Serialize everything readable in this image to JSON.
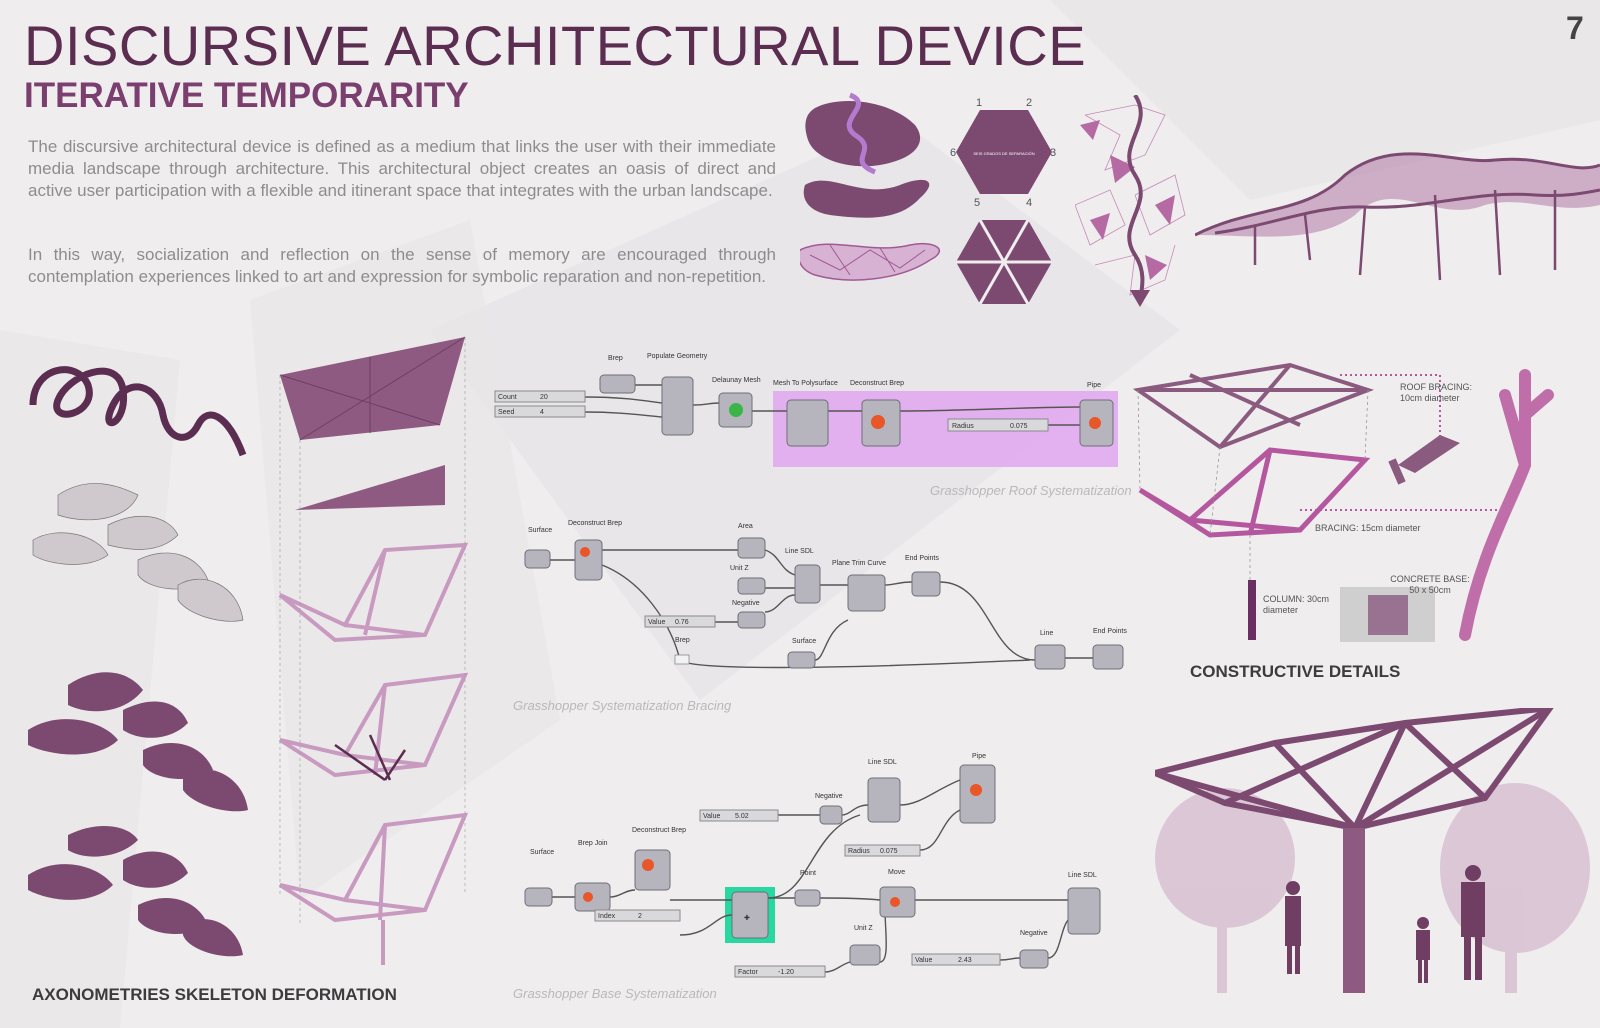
{
  "header": {
    "title": "DISCURSIVE ARCHITECTURAL DEVICE",
    "subtitle": "ITERATIVE TEMPORARITY",
    "page_number": "7"
  },
  "intro": {
    "paragraph1": "The discursive architectural device is defined as a medium that links the user with their immediate media landscape through architecture. This architectural object creates an oasis of direct and active user participation with a flexible and itinerant space that integrates with the urban landscape.",
    "paragraph2": "In this way, socialization and reflection on the sense of memory are encouraged through contemplation experiences linked to art and expression for symbolic reparation and non-repetition."
  },
  "hexagon": {
    "numbers": [
      "1",
      "2",
      "3",
      "4",
      "5",
      "6"
    ],
    "center_label": "SEIS GRADOS DE SEPARACIÓN"
  },
  "sections": {
    "axonometries": "AXONOMETRIES SKELETON DEFORMATION",
    "constructive": "CONSTRUCTIVE DETAILS"
  },
  "captions": {
    "roof": "Grasshopper Roof Systematization",
    "bracing": "Grasshopper Systematization Bracing",
    "base": "Grasshopper Base Systematization"
  },
  "details": {
    "roof_bracing": "ROOF BRACING: 10cm diameter",
    "bracing": "BRACING: 15cm diameter",
    "column": "COLUMN: 30cm diameter",
    "concrete_base": "CONCRETE BASE: 50 x 50cm"
  },
  "gh_roof": {
    "brep": "Brep",
    "populate": "Populate Geometry",
    "delaunay": "Delaunay Mesh",
    "mesh_to_poly": "Mesh To Polysurface",
    "deconstruct": "Deconstruct Brep",
    "pipe": "Pipe",
    "count_label": "Count",
    "count_value": "20",
    "seed_label": "Seed",
    "seed_value": "4",
    "radius_label": "Radius",
    "radius_value": "0.075"
  },
  "gh_bracing": {
    "surface": "Surface",
    "deconstruct": "Deconstruct Brep",
    "area": "Area",
    "unit_z": "Unit Z",
    "negative": "Negative",
    "line_sdl": "Line SDL",
    "plane_trim": "Plane Trim Curve",
    "end_points": "End Points",
    "value_label": "Value",
    "value_value": "0.76",
    "brep": "Brep",
    "surface2": "Surface",
    "line": "Line",
    "end_points2": "End Points"
  },
  "gh_base": {
    "surface": "Surface",
    "brep_join": "Brep Join",
    "deconstruct": "Deconstruct Brep",
    "negative": "Negative",
    "line_sdl": "Line SDL",
    "pipe": "Pipe",
    "value_label": "Value",
    "value_value": "5.02",
    "radius_label": "Radius",
    "radius_value": "0.075",
    "point": "Point",
    "move": "Move",
    "unit_z": "Unit Z",
    "negative2": "Negative",
    "line_sdl2": "Line SDL",
    "index_label": "Index",
    "index_value": "2",
    "factor_label": "Factor",
    "factor_value": "-1.20",
    "value2_label": "Value",
    "value2_value": "2.43"
  },
  "colors": {
    "title": "#5b2d50",
    "accent": "#7a3f6e",
    "shape_dark": "#7c4a70",
    "shape_light": "#c78ab9",
    "highlight_roof": "#e2a6f0",
    "highlight_base": "#27d9a0"
  }
}
